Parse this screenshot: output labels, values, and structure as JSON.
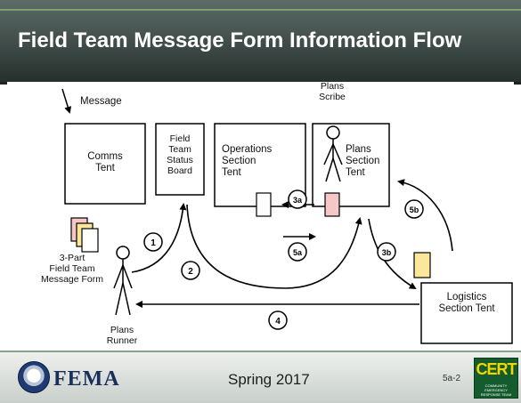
{
  "title": "Field Team Message Form Information Flow",
  "diagram": {
    "message_label": "Message",
    "comms_tent": "Comms\nTent",
    "status_board": "Field\nTeam\nStatus\nBoard",
    "operations_tent": "Operations\nSection\nTent",
    "plans_scribe": "Plans\nScribe",
    "plans_tent": "Plans\nSection\nTent",
    "form_label": "3-Part\nField Team\nMessage Form",
    "plans_runner": "Plans\nRunner",
    "logistics_tent": "Logistics\nSection Tent",
    "steps": [
      "1",
      "2",
      "3a",
      "3b",
      "4",
      "5a",
      "5b"
    ]
  },
  "footer": {
    "agency": "FEMA",
    "season": "Spring 2017",
    "slide_number": "5a-2",
    "cert_logo": "CERT",
    "cert_sub": "COMMUNITY EMERGENCY RESPONSE TEAM"
  },
  "colors": {
    "title_bar": "#3f4b48",
    "pink_form": "#f7c6c6",
    "yellow_form": "#fbe79a"
  }
}
